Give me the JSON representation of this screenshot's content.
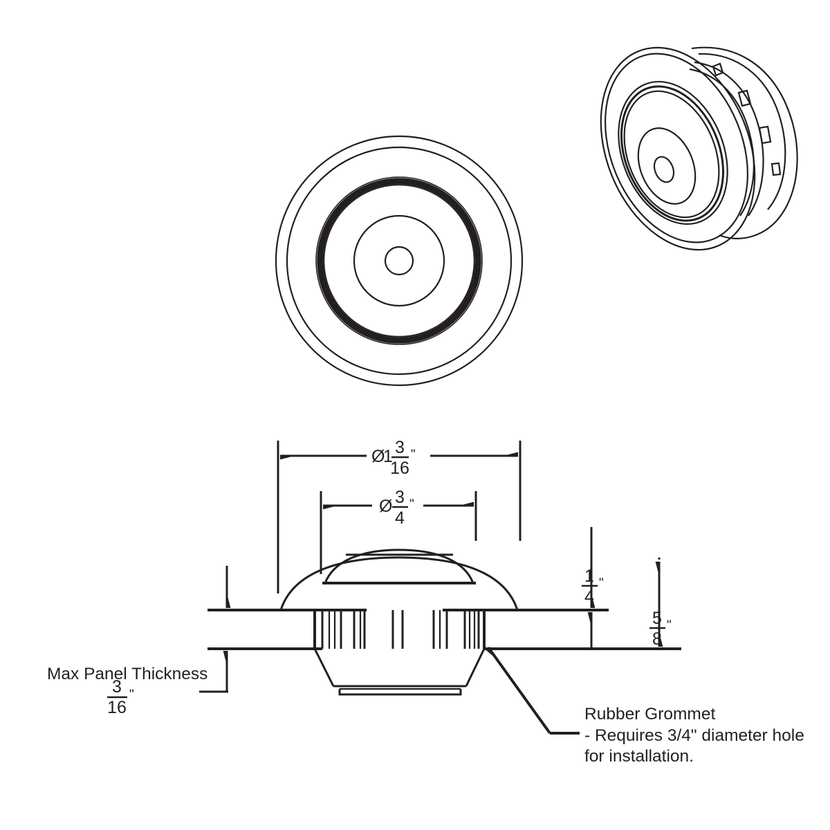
{
  "document": {
    "type": "engineering-drawing",
    "subject": "Rubber Grommet",
    "background_color": "#ffffff",
    "line_color": "#231f20"
  },
  "views": {
    "top_view": {
      "name": "front-face-view",
      "description": "Concentric circular face of grommet"
    },
    "iso_view": {
      "name": "isometric-view",
      "description": "Three-quarter isometric view of grommet body with retention ribs"
    },
    "section_view": {
      "name": "cross-section-view",
      "description": "Side cross-section showing dome cap, ribbed barrel and tapered base through panel"
    }
  },
  "dimensions": {
    "outer_diameter": {
      "label": "outer-diameter",
      "symbol": "Ø",
      "whole": "1",
      "numerator": "3",
      "denominator": "16",
      "unit": "\"",
      "full_text": "Ø1 3/16\""
    },
    "hole_diameter": {
      "label": "hole-diameter",
      "symbol": "Ø",
      "whole": "",
      "numerator": "3",
      "denominator": "4",
      "unit": "\"",
      "full_text": "Ø3/4\""
    },
    "cap_height": {
      "label": "cap-height",
      "numerator": "1",
      "denominator": "4",
      "unit": "\"",
      "full_text": "1/4\""
    },
    "overall_height": {
      "label": "overall-height",
      "numerator": "5",
      "denominator": "8",
      "unit": "\"",
      "full_text": "5/8\""
    },
    "max_panel_thickness": {
      "label": "max-panel-thickness",
      "title": "Max Panel Thickness",
      "numerator": "3",
      "denominator": "16",
      "unit": "\"",
      "full_text": "3/16\""
    }
  },
  "annotations": {
    "grommet_note": {
      "line1": "Rubber Grommet",
      "line2": "- Requires 3/4\" diameter hole",
      "line3": "for installation."
    }
  }
}
